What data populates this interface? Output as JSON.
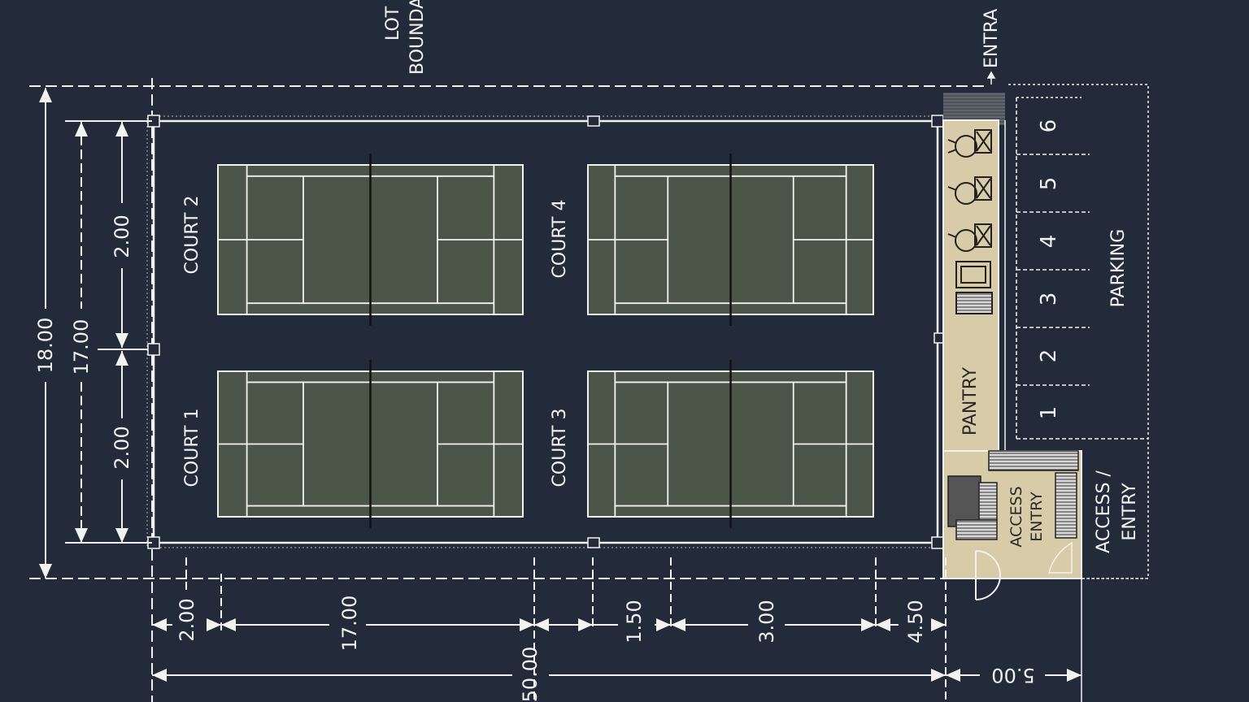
{
  "labels": {
    "lot_boundary_line1": "LOT",
    "lot_boundary_line2": "BOUNDA",
    "entrance": "ENTRA",
    "parking": "PARKING",
    "pantry": "PANTRY",
    "access_entry_inner_line1": "ACCESS",
    "access_entry_inner_line2": "ENTRY",
    "access_entry_outer_line1": "ACCESS /",
    "access_entry_outer_line2": "ENTRY"
  },
  "courts": [
    "COURT 1",
    "COURT 2",
    "COURT 3",
    "COURT 4"
  ],
  "parking_spaces": [
    "1",
    "2",
    "3",
    "4",
    "5",
    "6"
  ],
  "dimensions": {
    "left_outer": "18.00",
    "left_inner": "17.00",
    "left_top_segment": "2.00",
    "left_bottom_segment": "2.00",
    "bottom_seg1": "2.00",
    "bottom_seg2": "17.00",
    "bottom_seg3": "1.50",
    "bottom_seg4": "3.00",
    "bottom_seg5": "4.50",
    "bottom_total": "50.00",
    "bottom_right": "5.00"
  },
  "colors": {
    "background": "#232a3a",
    "court_surface": "#4b5548",
    "lines": "#f2f2ee",
    "pantry_floor": "#d8cba8"
  }
}
